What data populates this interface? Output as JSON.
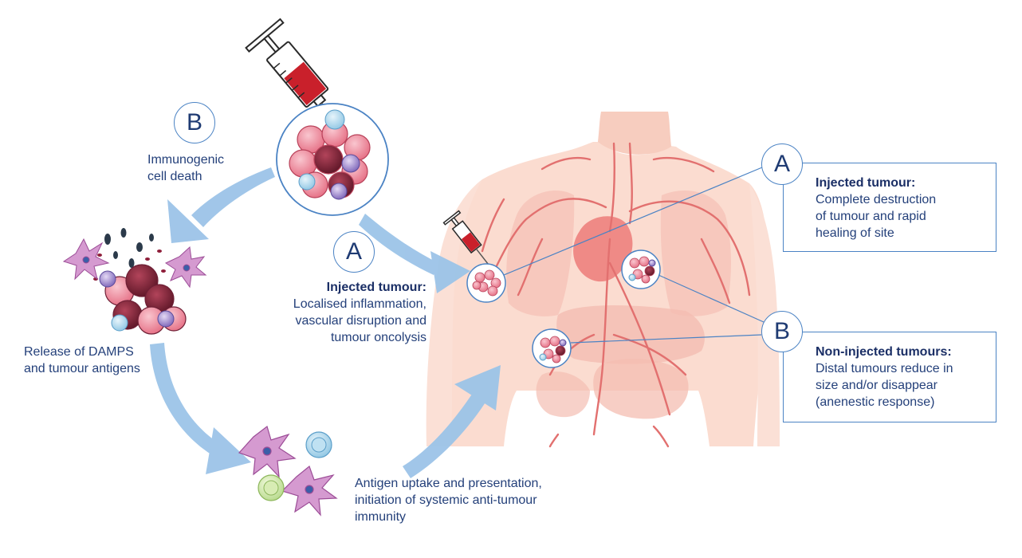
{
  "colors": {
    "arrow": "#9cc4e8",
    "outline": "#4b83c4",
    "text": "#24407a",
    "body_skin": "#fbdcd0",
    "vessel": "#e2706f",
    "tumour": "#e8788a"
  },
  "labels": {
    "b_top": "B",
    "a_mid": "A",
    "a_right": "A",
    "b_right": "B"
  },
  "texts": {
    "immunogenic_line1": "Immunogenic",
    "immunogenic_line2": "cell death",
    "release_line1": "Release of DAMPS",
    "release_line2": "and tumour antigens",
    "injected_head": "Injected tumour:",
    "injected_line1": "Localised inflammation,",
    "injected_line2": "vascular disruption and",
    "injected_line3": "tumour oncolysis",
    "antigen_line1": "Antigen uptake and presentation,",
    "antigen_line2": "initiation of systemic anti-tumour",
    "antigen_line3": "immunity"
  },
  "box_a": {
    "head": "Injected tumour:",
    "line1": "Complete destruction",
    "line2": "of tumour and rapid",
    "line3": "healing of site"
  },
  "box_b": {
    "head": "Non-injected tumours:",
    "line1": "Distal tumours reduce in",
    "line2": "size and/or disappear",
    "line3": "(anenestic response)"
  },
  "icons": [
    "syringe-icon",
    "tumour-cluster-icon",
    "dendritic-cell-icon",
    "t-cell-icon",
    "human-torso-icon"
  ]
}
